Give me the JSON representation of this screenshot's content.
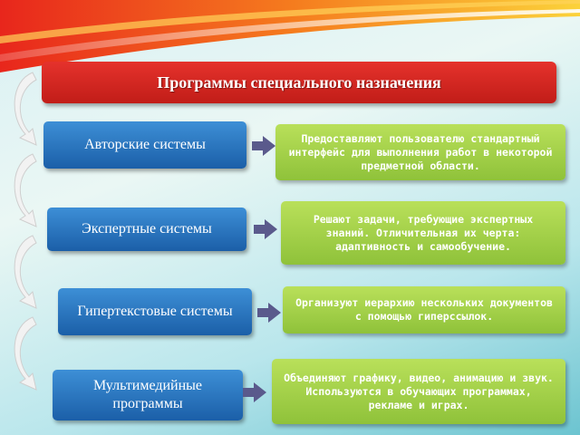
{
  "title": "Программы специального назначения",
  "colors": {
    "title_bg": "#d9261f",
    "left_box_bg": "#2a78c6",
    "right_box_bg": "#a4d04a",
    "background": "#c8ecef"
  },
  "rows": [
    {
      "label": "Авторские системы",
      "description": "Предоставляют пользователю стандартный интерфейс для выполнения работ в некоторой предметной области."
    },
    {
      "label": "Экспертные системы",
      "description": "Решают задачи, требующие экспертных знаний. Отличительная их черта: адаптивность и самообучение."
    },
    {
      "label": "Гипертекстовые системы",
      "description": "Организуют иерархию нескольких документов с помощью гиперссылок."
    },
    {
      "label": "Мультимедийные программы",
      "description": "Объединяют графику, видео, анимацию и звук. Используются в обучающих программах, рекламе и играх."
    }
  ]
}
